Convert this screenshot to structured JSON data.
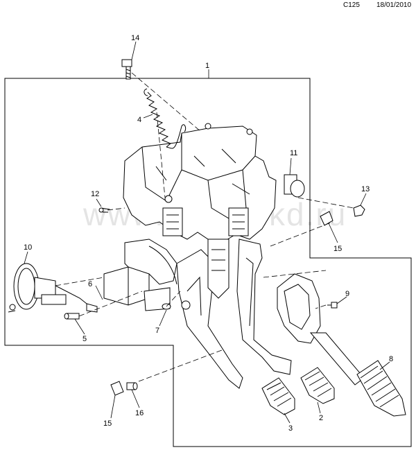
{
  "header": {
    "code": "C125",
    "date": "18/01/2010"
  },
  "watermark": "www.autoshkd.ru",
  "callouts": [
    {
      "id": "c1",
      "label": "1"
    },
    {
      "id": "c2",
      "label": "2"
    },
    {
      "id": "c3",
      "label": "3"
    },
    {
      "id": "c4",
      "label": "4"
    },
    {
      "id": "c5",
      "label": "5"
    },
    {
      "id": "c6",
      "label": "6"
    },
    {
      "id": "c7",
      "label": "7"
    },
    {
      "id": "c8",
      "label": "8"
    },
    {
      "id": "c9",
      "label": "9"
    },
    {
      "id": "c10",
      "label": "10"
    },
    {
      "id": "c11",
      "label": "11"
    },
    {
      "id": "c12",
      "label": "12"
    },
    {
      "id": "c13",
      "label": "13"
    },
    {
      "id": "c14",
      "label": "14"
    },
    {
      "id": "c15a",
      "label": "15"
    },
    {
      "id": "c15b",
      "label": "15"
    },
    {
      "id": "c16",
      "label": "16"
    }
  ]
}
